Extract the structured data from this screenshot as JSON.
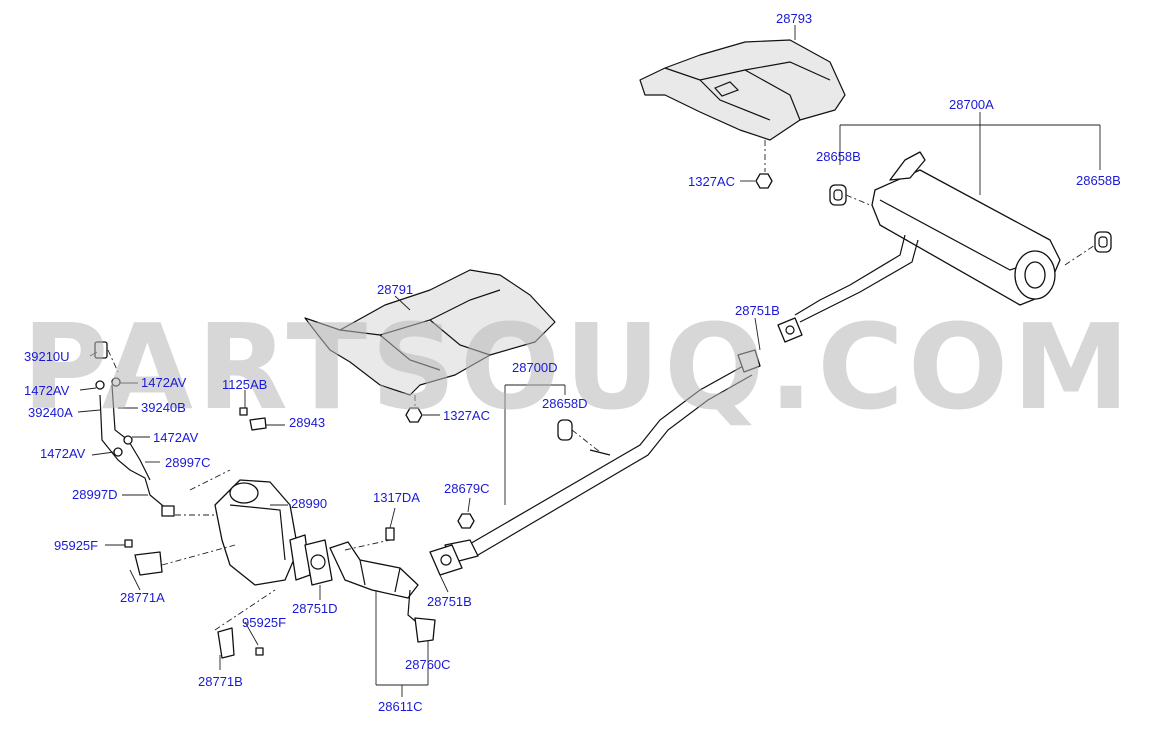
{
  "watermark": "PARTSOUQ.COM",
  "labels": {
    "p28793": "28793",
    "p28700A": "28700A",
    "p28658B_left": "28658B",
    "p28658B_right": "28658B",
    "p1327AC_top": "1327AC",
    "p28791": "28791",
    "p28751B_top": "28751B",
    "p28700D": "28700D",
    "p28658D": "28658D",
    "p1327AC_mid": "1327AC",
    "p39210U": "39210U",
    "p1472AV_a": "1472AV",
    "p1472AV_b": "1472AV",
    "p39240A": "39240A",
    "p39240B": "39240B",
    "p1472AV_c": "1472AV",
    "p1472AV_d": "1472AV",
    "p28997C": "28997C",
    "p1125AB": "1125AB",
    "p28943": "28943",
    "p28997D": "28997D",
    "p28990": "28990",
    "p1317DA": "1317DA",
    "p28679C": "28679C",
    "p95925F_a": "95925F",
    "p28771A": "28771A",
    "p28751D": "28751D",
    "p28751B_bot": "28751B",
    "p95925F_b": "95925F",
    "p28760C": "28760C",
    "p28771B": "28771B",
    "p28611C": "28611C"
  }
}
